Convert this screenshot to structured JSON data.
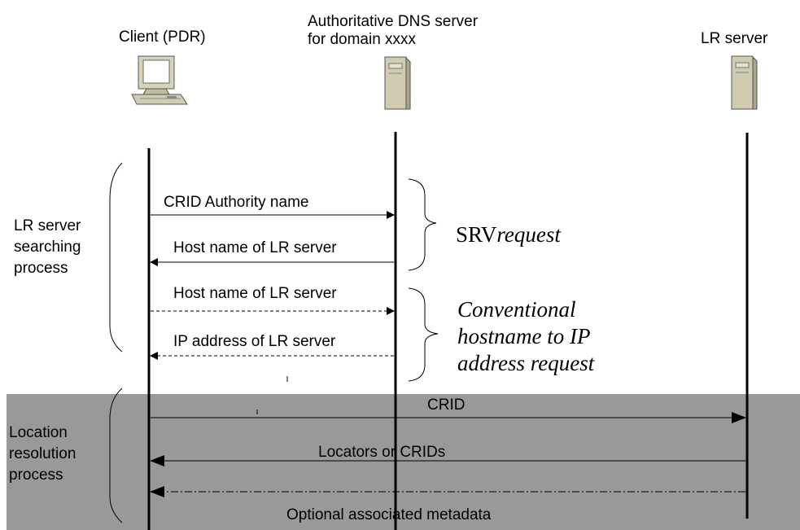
{
  "participants": {
    "client": "Client (PDR)",
    "dns_line1": "Authoritative DNS server",
    "dns_line2": "for domain xxxx",
    "lr_server": "LR server"
  },
  "phases": {
    "search": "LR server\nsearching\nprocess",
    "resolution": "Location\nresolution\nprocess"
  },
  "messages": {
    "crid_authority": "CRID Authority name",
    "host_name_response": "Host name of LR server",
    "host_name_query": "Host name of LR server",
    "ip_address": "IP address of LR server",
    "crid": "CRID",
    "locators": "Locators or CRIDs",
    "metadata": "Optional associated metadata"
  },
  "annotations": {
    "srv_prefix": "SRV",
    "srv_suffix": "request",
    "conventional": "Conventional\nhostname to IP\naddress request"
  },
  "colors": {
    "band": "#999999",
    "line": "#000000",
    "server_body": "#c9c6a8",
    "pc_body": "#c9c6a8"
  }
}
